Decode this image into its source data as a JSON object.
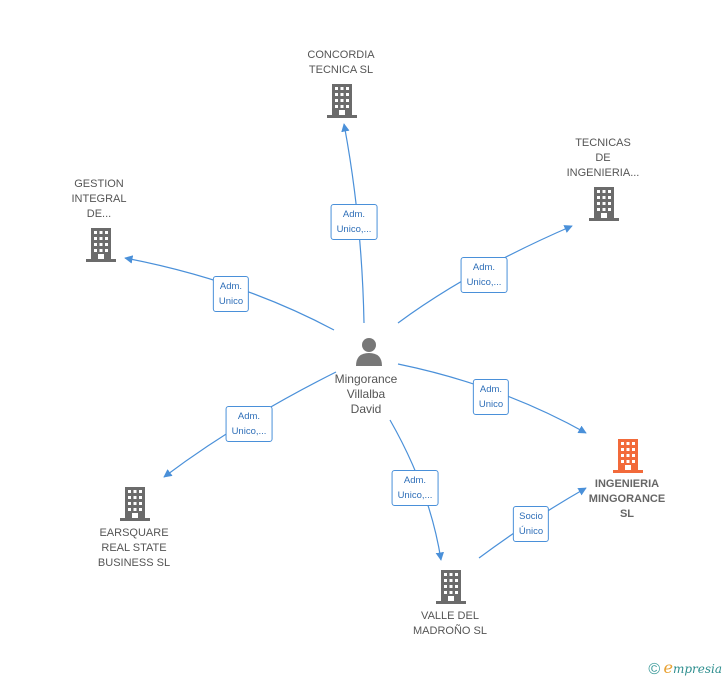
{
  "colors": {
    "edge": "#4a90d9",
    "company": "#6b6b6b",
    "main_company": "#f26a3a",
    "person": "#777777"
  },
  "person": {
    "label": "Mingorance\nVillalba\nDavid",
    "icon": "person-icon"
  },
  "companies": [
    {
      "id": "concordia",
      "label": "CONCORDIA\nTECNICA  SL",
      "icon": "building-icon"
    },
    {
      "id": "tecnicas",
      "label": "TECNICAS\nDE\nINGENIERIA...",
      "icon": "building-icon"
    },
    {
      "id": "gestion",
      "label": "GESTION\nINTEGRAL\nDE...",
      "icon": "building-icon"
    },
    {
      "id": "ingenieria",
      "label": "INGENIERIA\nMINGORANCE\nSL",
      "icon": "building-icon",
      "main": true
    },
    {
      "id": "earsquare",
      "label": "EARSQUARE\nREAL STATE\nBUSINESS  SL",
      "icon": "building-icon"
    },
    {
      "id": "valle",
      "label": "VALLE DEL\nMADROÑO  SL",
      "icon": "building-icon"
    }
  ],
  "edges": [
    {
      "id": "e-concordia",
      "from": "person",
      "to": "concordia",
      "label": "Adm.\nUnico,..."
    },
    {
      "id": "e-tecnicas",
      "from": "person",
      "to": "tecnicas",
      "label": "Adm.\nUnico,..."
    },
    {
      "id": "e-gestion",
      "from": "person",
      "to": "gestion",
      "label": "Adm.\nUnico"
    },
    {
      "id": "e-ingenieria",
      "from": "person",
      "to": "ingenieria",
      "label": "Adm.\nUnico"
    },
    {
      "id": "e-earsquare",
      "from": "person",
      "to": "earsquare",
      "label": "Adm.\nUnico,..."
    },
    {
      "id": "e-valle",
      "from": "person",
      "to": "valle",
      "label": "Adm.\nUnico,..."
    },
    {
      "id": "e-valle-ingenieria",
      "from": "valle",
      "to": "ingenieria",
      "label": "Socio\nÚnico"
    }
  ],
  "copyright": {
    "symbol": "©",
    "brand_initial": "e",
    "brand_rest": "mpresia"
  }
}
